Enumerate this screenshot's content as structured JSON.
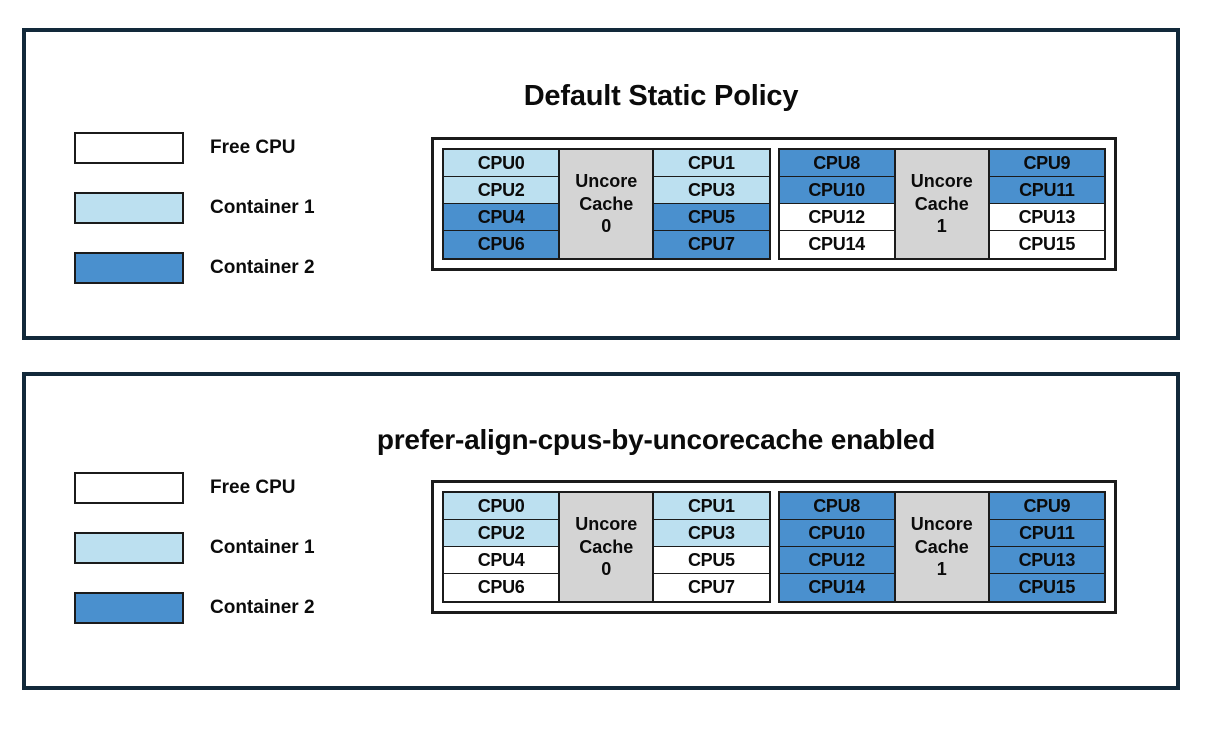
{
  "colors": {
    "free_cpu": "#ffffff",
    "container_1": "#bce0f0",
    "container_2": "#4a90ce",
    "cache_block": "#d4d4d4",
    "panel_border": "#12293a",
    "cell_border": "#1b1b1b"
  },
  "legend": {
    "items": [
      {
        "label": "Free CPU",
        "fill": "#ffffff"
      },
      {
        "label": "Container 1",
        "fill": "#bce0f0"
      },
      {
        "label": "Container 2",
        "fill": "#4a90ce"
      }
    ]
  },
  "panels": [
    {
      "title": "Default Static Policy",
      "cache_groups": [
        {
          "cache_name": "Uncore",
          "cache_kind": "Cache",
          "cache_index": "0",
          "left_column": [
            {
              "label": "CPU0",
              "fill": "#bce0f0",
              "owner": "Container 1"
            },
            {
              "label": "CPU2",
              "fill": "#bce0f0",
              "owner": "Container 1"
            },
            {
              "label": "CPU4",
              "fill": "#4a90ce",
              "owner": "Container 2"
            },
            {
              "label": "CPU6",
              "fill": "#4a90ce",
              "owner": "Container 2"
            }
          ],
          "right_column": [
            {
              "label": "CPU1",
              "fill": "#bce0f0",
              "owner": "Container 1"
            },
            {
              "label": "CPU3",
              "fill": "#bce0f0",
              "owner": "Container 1"
            },
            {
              "label": "CPU5",
              "fill": "#4a90ce",
              "owner": "Container 2"
            },
            {
              "label": "CPU7",
              "fill": "#4a90ce",
              "owner": "Container 2"
            }
          ]
        },
        {
          "cache_name": "Uncore",
          "cache_kind": "Cache",
          "cache_index": "1",
          "left_column": [
            {
              "label": "CPU8",
              "fill": "#4a90ce",
              "owner": "Container 2"
            },
            {
              "label": "CPU10",
              "fill": "#4a90ce",
              "owner": "Container 2"
            },
            {
              "label": "CPU12",
              "fill": "#ffffff",
              "owner": "Free CPU"
            },
            {
              "label": "CPU14",
              "fill": "#ffffff",
              "owner": "Free CPU"
            }
          ],
          "right_column": [
            {
              "label": "CPU9",
              "fill": "#4a90ce",
              "owner": "Container 2"
            },
            {
              "label": "CPU11",
              "fill": "#4a90ce",
              "owner": "Container 2"
            },
            {
              "label": "CPU13",
              "fill": "#ffffff",
              "owner": "Free CPU"
            },
            {
              "label": "CPU15",
              "fill": "#ffffff",
              "owner": "Free CPU"
            }
          ]
        }
      ]
    },
    {
      "title": "prefer-align-cpus-by-uncorecache enabled",
      "cache_groups": [
        {
          "cache_name": "Uncore",
          "cache_kind": "Cache",
          "cache_index": "0",
          "left_column": [
            {
              "label": "CPU0",
              "fill": "#bce0f0",
              "owner": "Container 1"
            },
            {
              "label": "CPU2",
              "fill": "#bce0f0",
              "owner": "Container 1"
            },
            {
              "label": "CPU4",
              "fill": "#ffffff",
              "owner": "Free CPU"
            },
            {
              "label": "CPU6",
              "fill": "#ffffff",
              "owner": "Free CPU"
            }
          ],
          "right_column": [
            {
              "label": "CPU1",
              "fill": "#bce0f0",
              "owner": "Container 1"
            },
            {
              "label": "CPU3",
              "fill": "#bce0f0",
              "owner": "Container 1"
            },
            {
              "label": "CPU5",
              "fill": "#ffffff",
              "owner": "Free CPU"
            },
            {
              "label": "CPU7",
              "fill": "#ffffff",
              "owner": "Free CPU"
            }
          ]
        },
        {
          "cache_name": "Uncore",
          "cache_kind": "Cache",
          "cache_index": "1",
          "left_column": [
            {
              "label": "CPU8",
              "fill": "#4a90ce",
              "owner": "Container 2"
            },
            {
              "label": "CPU10",
              "fill": "#4a90ce",
              "owner": "Container 2"
            },
            {
              "label": "CPU12",
              "fill": "#4a90ce",
              "owner": "Container 2"
            },
            {
              "label": "CPU14",
              "fill": "#4a90ce",
              "owner": "Container 2"
            }
          ],
          "right_column": [
            {
              "label": "CPU9",
              "fill": "#4a90ce",
              "owner": "Container 2"
            },
            {
              "label": "CPU11",
              "fill": "#4a90ce",
              "owner": "Container 2"
            },
            {
              "label": "CPU13",
              "fill": "#4a90ce",
              "owner": "Container 2"
            },
            {
              "label": "CPU15",
              "fill": "#4a90ce",
              "owner": "Container 2"
            }
          ]
        }
      ]
    }
  ]
}
